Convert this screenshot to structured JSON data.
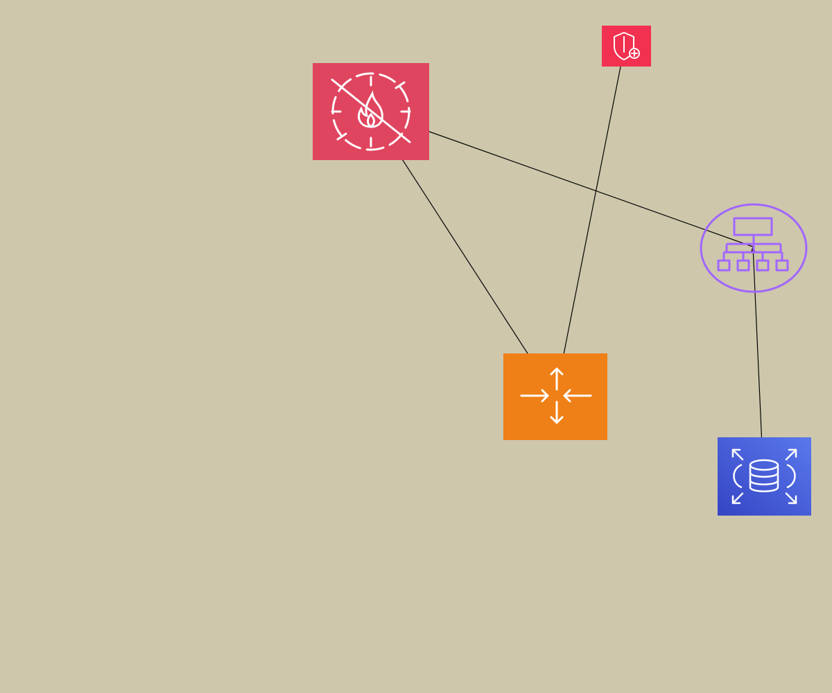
{
  "diagram": {
    "background_color": "#cec7ac",
    "edge_color": "#000000",
    "nodes": [
      {
        "id": "firewall",
        "icon": "network-firewall-icon",
        "color": "#e0455f"
      },
      {
        "id": "shield",
        "icon": "shield-plus-icon",
        "color": "#f2304f"
      },
      {
        "id": "hierarchy",
        "icon": "hierarchy-network-icon",
        "color": "#a166ff"
      },
      {
        "id": "router",
        "icon": "router-arrows-icon",
        "color": "#ef7f17"
      },
      {
        "id": "rds",
        "icon": "rds-database-icon",
        "color": "#3544c4",
        "color_light": "#5a79ec"
      }
    ],
    "edges": [
      {
        "from": "router",
        "to": "firewall"
      },
      {
        "from": "router",
        "to": "shield"
      },
      {
        "from": "hierarchy",
        "to": "firewall"
      },
      {
        "from": "rds",
        "to": "hierarchy"
      }
    ]
  }
}
